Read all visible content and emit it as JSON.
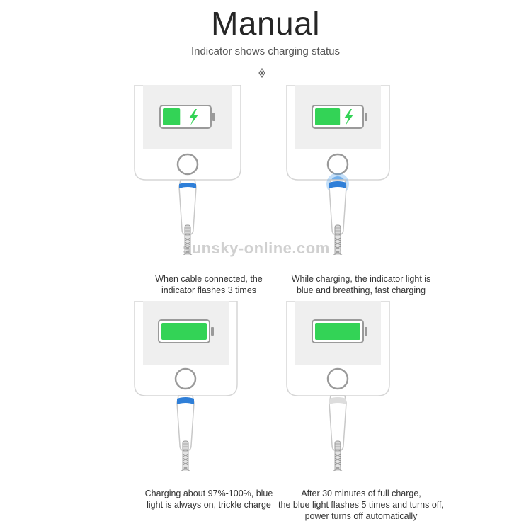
{
  "header": {
    "title": "Manual",
    "subtitle": "Indicator shows charging status"
  },
  "colors": {
    "battery_green": "#33d356",
    "indicator_blue": "#2f7fd8",
    "phone_gray": "#eeeeee"
  },
  "panels": [
    {
      "state": "connected",
      "caption_lines": [
        "When cable connected, the",
        "indicator flashes 3 times"
      ],
      "battery_fill": 0.38,
      "charging_bolt": true,
      "indicator": "blue"
    },
    {
      "state": "charging",
      "caption_lines": [
        "While charging, the indicator light is",
        "blue and breathing, fast charging"
      ],
      "battery_fill": 0.55,
      "charging_bolt": true,
      "indicator": "glow"
    },
    {
      "state": "trickle",
      "caption_lines": [
        "Charging about 97%-100%, blue",
        "light is always on, trickle charge"
      ],
      "battery_fill": 1.0,
      "charging_bolt": false,
      "indicator": "blue"
    },
    {
      "state": "full",
      "caption_lines": [
        "After 30 minutes of full charge,",
        "the blue light flashes 5 times and turns off,",
        "power turns off automatically"
      ],
      "battery_fill": 1.0,
      "charging_bolt": false,
      "indicator": "off"
    }
  ],
  "watermark": "sunsky-online.com"
}
